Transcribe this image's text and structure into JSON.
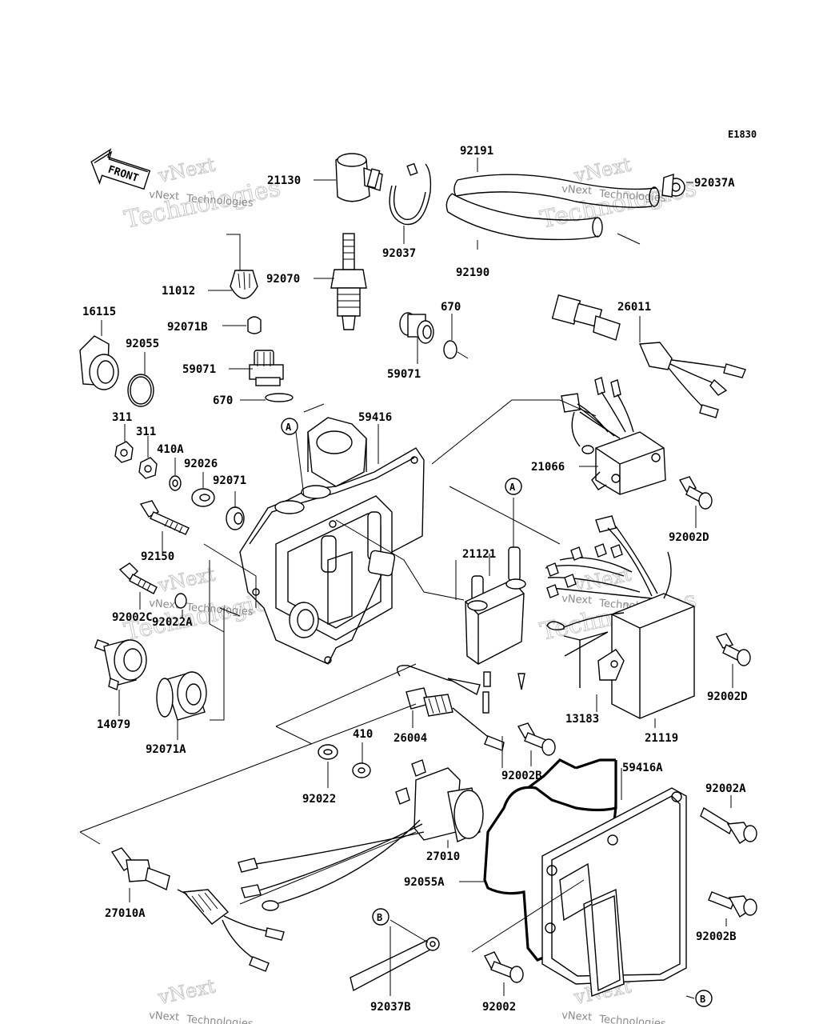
{
  "diagram_ref": "E1830",
  "front_label": "FRONT",
  "watermark": {
    "line1": "vNext",
    "line2": "Technologies"
  },
  "callouts": {
    "A": "A",
    "B": "B"
  },
  "parts": {
    "p21130": "21130",
    "p92191": "92191",
    "p92037A": "92037A",
    "p92037": "92037",
    "p92190": "92190",
    "p11012": "11012",
    "p92070": "92070",
    "p16115": "16115",
    "p92071B": "92071B",
    "p92055": "92055",
    "p59071a": "59071",
    "p59071b": "59071",
    "p670a": "670",
    "p670b": "670",
    "p26011": "26011",
    "p311a": "311",
    "p311b": "311",
    "p59416": "59416",
    "p410A": "410A",
    "p92026": "92026",
    "p92071": "92071",
    "p21066": "21066",
    "p92150": "92150",
    "p92002D_a": "92002D",
    "p21121": "21121",
    "p92002C": "92002C",
    "p92022A": "92022A",
    "p14079": "14079",
    "p92071A": "92071A",
    "p13183": "13183",
    "p92002D_b": "92002D",
    "p21119": "21119",
    "p26004": "26004",
    "p410": "410",
    "p92022": "92022",
    "p92002B_a": "92002B",
    "p59416A": "59416A",
    "p92002A": "92002A",
    "p27010": "27010",
    "p92055A": "92055A",
    "p92002B_b": "92002B",
    "p27010A": "27010A",
    "p92037B": "92037B",
    "p92002": "92002"
  }
}
